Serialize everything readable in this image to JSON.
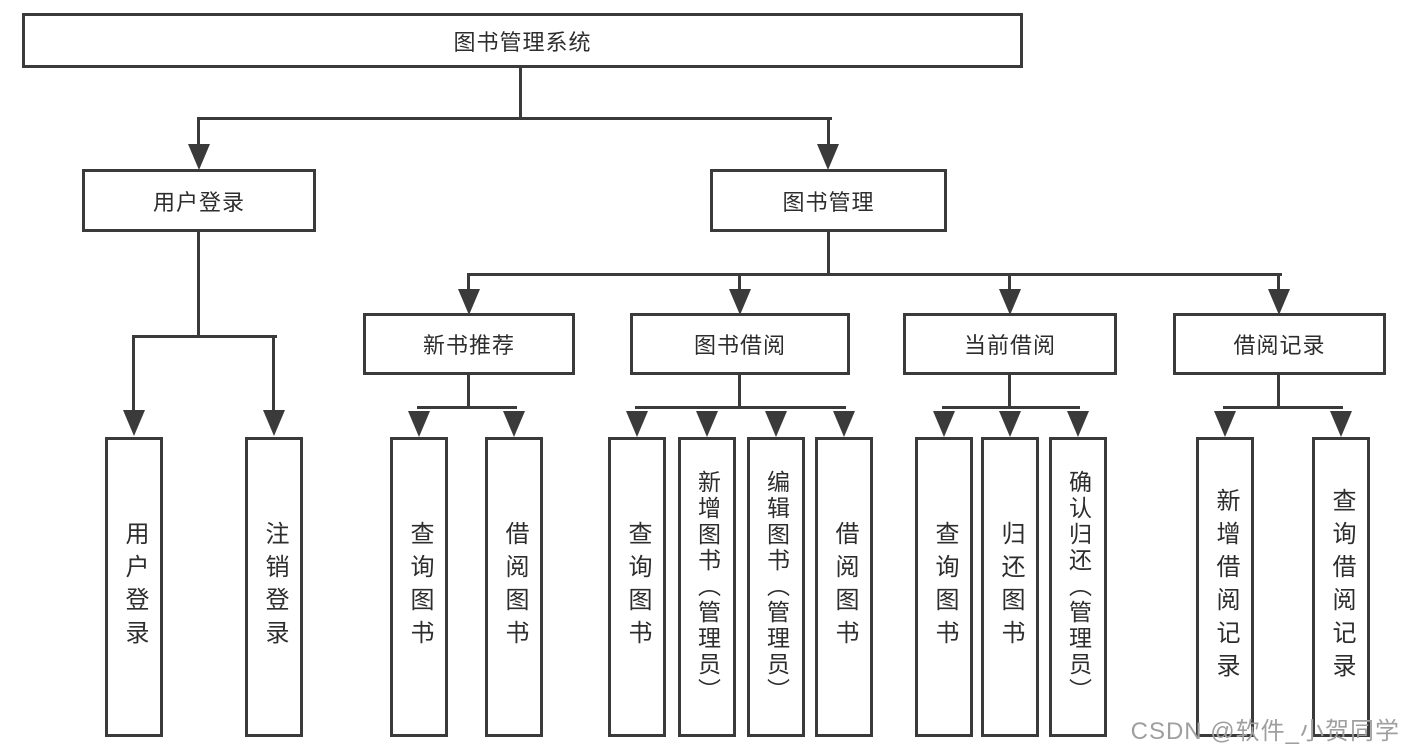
{
  "title": {
    "root": "图书管理系统"
  },
  "level2": {
    "user_login": "用户登录",
    "book_management": "图书管理"
  },
  "level3": {
    "new_book_recommend": "新书推荐",
    "book_borrowing": "图书借阅",
    "current_borrowing": "当前借阅",
    "borrowing_records": "借阅记录"
  },
  "leaves": {
    "login": "用户登录",
    "logout": "注销登录",
    "recommend_query_books": "查询图书",
    "recommend_borrow_books": "借阅图书",
    "borrowing_query_books": "查询图书",
    "borrowing_add_books_admin": "新增图书（管理员）",
    "borrowing_edit_books_admin": "编辑图书（管理员）",
    "borrowing_borrow_books": "借阅图书",
    "current_query_books": "查询图书",
    "current_return_books": "归还图书",
    "current_confirm_return_admin": "确认归还（管理员）",
    "records_add_record": "新增借阅记录",
    "records_query_record": "查询借阅记录"
  },
  "watermark": "CSDN @软件_小贺同学",
  "colors": {
    "line": "#3a3a3a",
    "text": "#2d2d2d",
    "watermark": "#9f9f9f",
    "node_fill": "#ffffff",
    "background": "#ffffff"
  }
}
